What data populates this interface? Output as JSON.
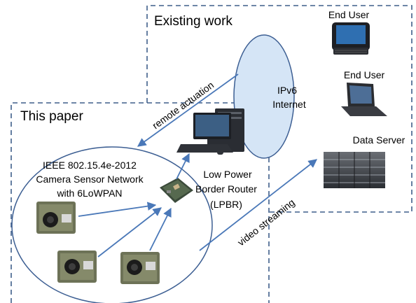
{
  "regions": {
    "existing_work": "Existing work",
    "this_paper": "This paper"
  },
  "cloud": {
    "line1": "IPv6",
    "line2": "Internet"
  },
  "sensor_network": {
    "line1": "IEEE 802.15.4e-2012",
    "line2": "Camera Sensor Network",
    "line3": "with 6LoWPAN"
  },
  "router": {
    "line1": "Low Power",
    "line2": "Border Router",
    "line3": "(LPBR)"
  },
  "devices": {
    "phone_user": "End User",
    "laptop_user": "End User",
    "server": "Data Server"
  },
  "arrows": {
    "remote_actuation": "remote actuation",
    "video_streaming": "video streaming"
  },
  "colors": {
    "dashed_border": "#3f5f8a",
    "ellipse_fill": "#d5e5f6",
    "ellipse_stroke": "#3d5f93",
    "arrow": "#4a78b8"
  }
}
